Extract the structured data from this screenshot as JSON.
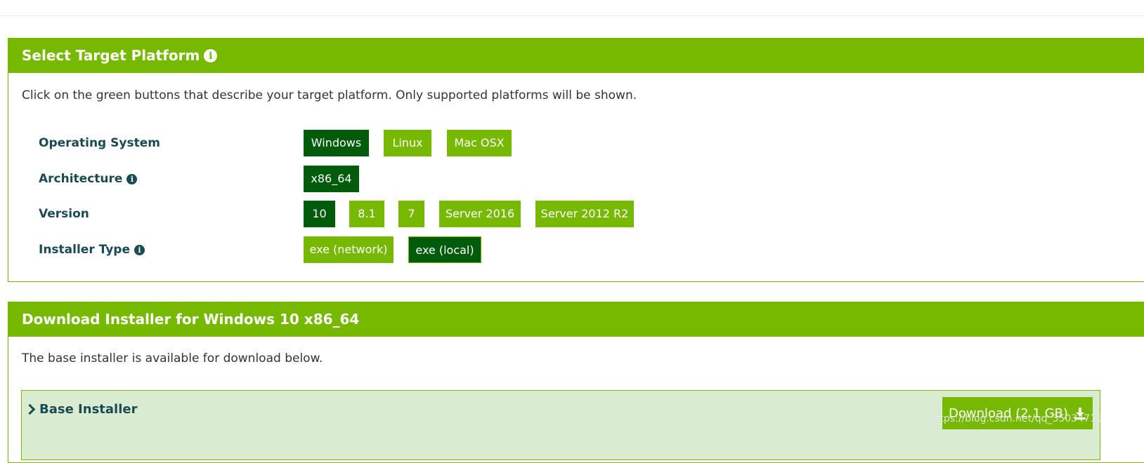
{
  "platform_panel": {
    "title": "Select Target Platform",
    "info_icon": "info-circle-icon",
    "description": "Click on the green buttons that describe your target platform. Only supported platforms will be shown.",
    "rows": {
      "os": {
        "label": "Operating System",
        "options": [
          "Windows",
          "Linux",
          "Mac OSX"
        ],
        "selected": "Windows"
      },
      "arch": {
        "label": "Architecture",
        "options": [
          "x86_64"
        ],
        "selected": "x86_64"
      },
      "version": {
        "label": "Version",
        "options": [
          "10",
          "8.1",
          "7",
          "Server 2016",
          "Server 2012 R2"
        ],
        "selected": "10"
      },
      "installer": {
        "label": "Installer Type",
        "options": [
          "exe (network)",
          "exe (local)"
        ],
        "selected": "exe (local)"
      }
    }
  },
  "download_panel": {
    "title": "Download Installer for Windows 10 x86_64",
    "description": "The base installer is available for download below.",
    "base_installer": {
      "label": "Base Installer",
      "download_label": "Download (2.1 GB)",
      "download_icon": "download-icon"
    }
  },
  "watermark": "https://blog.csdn.net/qq_35034711",
  "colors": {
    "brand_green": "#76b900",
    "selected_green": "#005c0b",
    "label_teal": "#1a4a52",
    "installer_bg": "#d9ecd2"
  }
}
